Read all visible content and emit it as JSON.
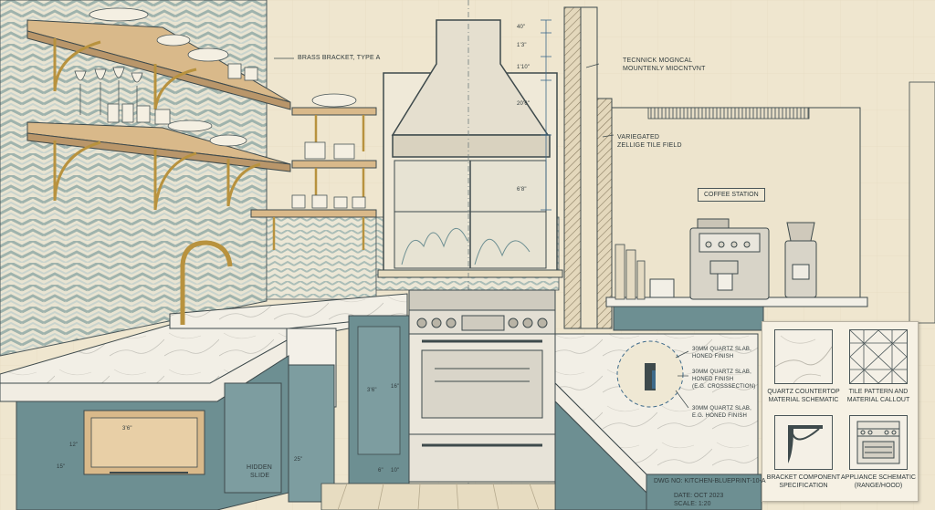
{
  "callouts": {
    "brass_bracket": "BRASS BRACKET, TYPE A",
    "technick_line1": "TECNNICK MOGNCAL",
    "technick_line2": "MOUNTENLY MIOCNTVNT",
    "variegated_line1": "VARIEGATED",
    "variegated_line2": "ZELLIGE TILE FIELD",
    "coffee_station": "COFFEE STATION",
    "hidden_slide_line1": "HIDDEN",
    "hidden_slide_line2": "SLIDE"
  },
  "slab_notes": {
    "note1_line1": "30MM QUARTZ SLAB,",
    "note1_line2": "HONED FINISH",
    "note2_line1": "30MM QUARTZ SLAB,",
    "note2_line2": "HONED FINISH",
    "note2_line3": "(E.G. CROSSSECTION)",
    "note3_line1": "30MM QUARTZ SLAB,",
    "note3_line2": "E.G. HONED FINISH"
  },
  "dimensions": {
    "hood_1": "40\"",
    "hood_2": "1'3\"",
    "hood_3": "1'10\"",
    "hood_4": "20'6\"",
    "hood_5": "6'8\"",
    "cab_1": "3'6\"",
    "cab_2": "12\"",
    "cab_3": "15\"",
    "cab_4": "3'6\"",
    "cab_5": "16\"",
    "cab_6": "25\"",
    "cab_7": "6\"",
    "cab_8": "10\""
  },
  "legend": {
    "quartz_line1": "QUARTZ COUNTERTOP",
    "quartz_line2": "MATERIAL SCHEMATIC",
    "tile_line1": "TILE PATTERN AND",
    "tile_line2": "MATERIAL CALLOUT",
    "bracket_line1": "BRACKET COMPONENT",
    "bracket_line2": "SPECIFICATION",
    "appliance_line1": "APPLIANCE SCHEMATIC",
    "appliance_line2": "(RANGE/HOOD)"
  },
  "title_block": {
    "dwg_no": "DWG No: KITCHEN-BLUEPRINT-10-A",
    "date": "DATE: OCT 2023",
    "scale": "SCALE: 1:20"
  },
  "colors": {
    "paper": "#efe6cf",
    "ink": "#2f3a3c",
    "cabinet_teal": "#6d8f92",
    "brass": "#b8923e",
    "wood": "#d9b98a",
    "tile_sage": "#a9bcb6"
  }
}
